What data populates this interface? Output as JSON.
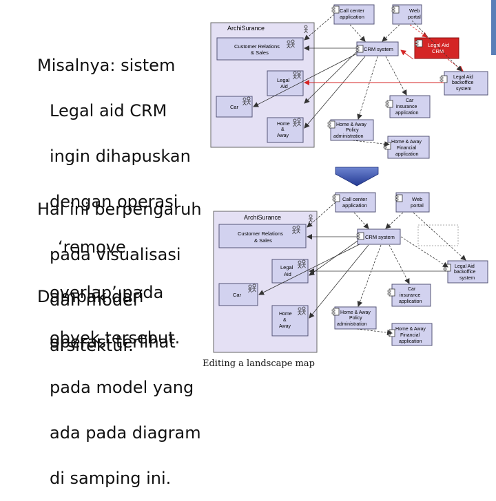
{
  "text": {
    "para1": [
      "Misalnya: sistem",
      "Legal aid CRM",
      "ingin dihapuskan",
      "dengan operasi",
      "‘remove",
      "overlap’ pada",
      "obyek tersebut."
    ],
    "para2": [
      "Hal ini berpengaruh",
      "pada visualisasi",
      "dan model",
      "arsitektur."
    ],
    "para3": [
      "Dampak dari",
      "operasi terlihat",
      "pada model yang",
      "ada pada diagram",
      "di samping ini."
    ]
  },
  "caption": "Editing a landscape map",
  "colors": {
    "archisurance_bg": "#e4e0f4",
    "box_fill": "#d2d2ef",
    "box_stroke": "#555577",
    "highlight_red": "#d42525",
    "arrow_blue": "#3a4fa8"
  },
  "diagram_top": {
    "archisurance": "ArchiSurance",
    "customer_relations": [
      "Customer Relations",
      "& Sales"
    ],
    "legal_aid": [
      "Legal",
      "Aid"
    ],
    "car": "Car",
    "home_away": [
      "Home",
      "&",
      "Away"
    ],
    "call_center": [
      "Call center",
      "application"
    ],
    "web_portal": [
      "Web",
      "portal"
    ],
    "crm_system": "CRM system",
    "legal_aid_crm": [
      "Legal Aid",
      "CRM"
    ],
    "legal_aid_backoffice": [
      "Legal Aid",
      "backoffice",
      "system"
    ],
    "car_insurance": [
      "Car",
      "insurance",
      "application"
    ],
    "home_away_policy": [
      "Home & Away",
      "Policy",
      "administration"
    ],
    "home_away_financial": [
      "Home & Away",
      "Financial",
      "application"
    ]
  },
  "diagram_bottom": {
    "archisurance": "ArchiSurance",
    "customer_relations": [
      "Customer Relations",
      "& Sales"
    ],
    "legal_aid": [
      "Legal",
      "Aid"
    ],
    "car": "Car",
    "home_away": [
      "Home",
      "&",
      "Away"
    ],
    "call_center": [
      "Call center",
      "application"
    ],
    "web_portal": [
      "Web",
      "portal"
    ],
    "crm_system": "CRM system",
    "legal_aid_backoffice": [
      "Legal Aid",
      "backoffice",
      "system"
    ],
    "car_insurance": [
      "Car",
      "insurance",
      "application"
    ],
    "home_away_policy": [
      "Home & Away",
      "Policy",
      "administration"
    ],
    "home_away_financial": [
      "Home & Away",
      "Financial",
      "application"
    ]
  }
}
